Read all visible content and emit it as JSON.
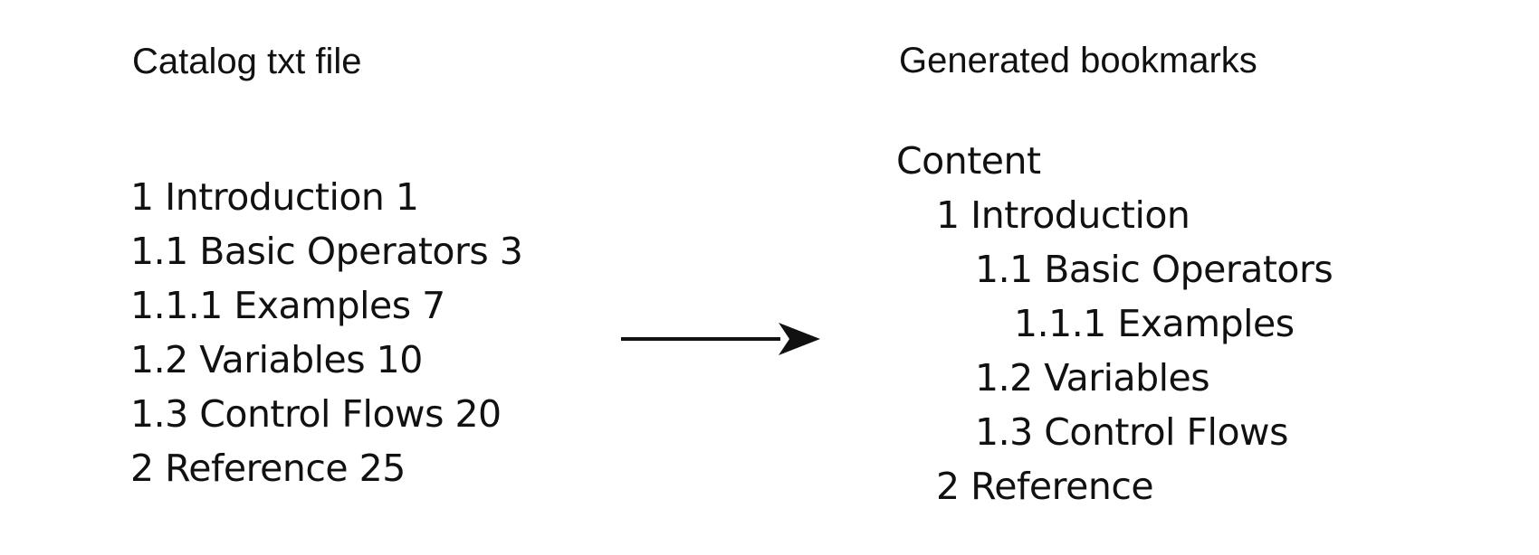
{
  "catalog": {
    "heading": "Catalog txt file",
    "lines": [
      "1 Introduction 1",
      "1.1 Basic Operators 3",
      "1.1.1 Examples 7",
      "1.2 Variables 10",
      "1.3 Control Flows 20",
      "2 Reference 25"
    ]
  },
  "bookmarks": {
    "heading": "Generated bookmarks",
    "root": "Content",
    "items": [
      {
        "text": "1 Introduction",
        "level": 1
      },
      {
        "text": "1.1 Basic Operators",
        "level": 2
      },
      {
        "text": "1.1.1 Examples",
        "level": 3
      },
      {
        "text": "1.2 Variables",
        "level": 2
      },
      {
        "text": "1.3 Control Flows",
        "level": 2
      },
      {
        "text": "2 Reference",
        "level": 1
      }
    ]
  },
  "arrow": {
    "icon": "right-arrow-icon",
    "color": "#111111"
  }
}
